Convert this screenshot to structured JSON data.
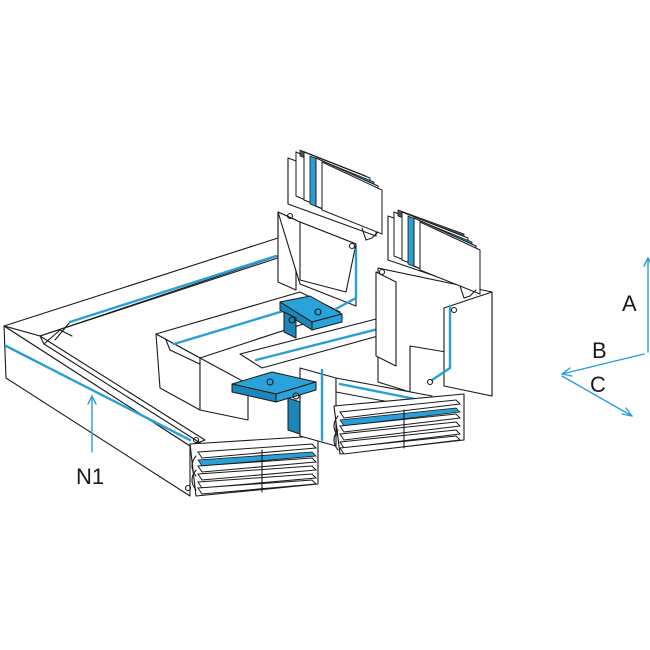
{
  "labels": {
    "neutral": "N1",
    "axis_a": "A",
    "axis_b": "B",
    "axis_c": "C"
  },
  "colors": {
    "accent": "#2a9fd6",
    "outline": "#1a1a1a",
    "background": "#ffffff"
  }
}
